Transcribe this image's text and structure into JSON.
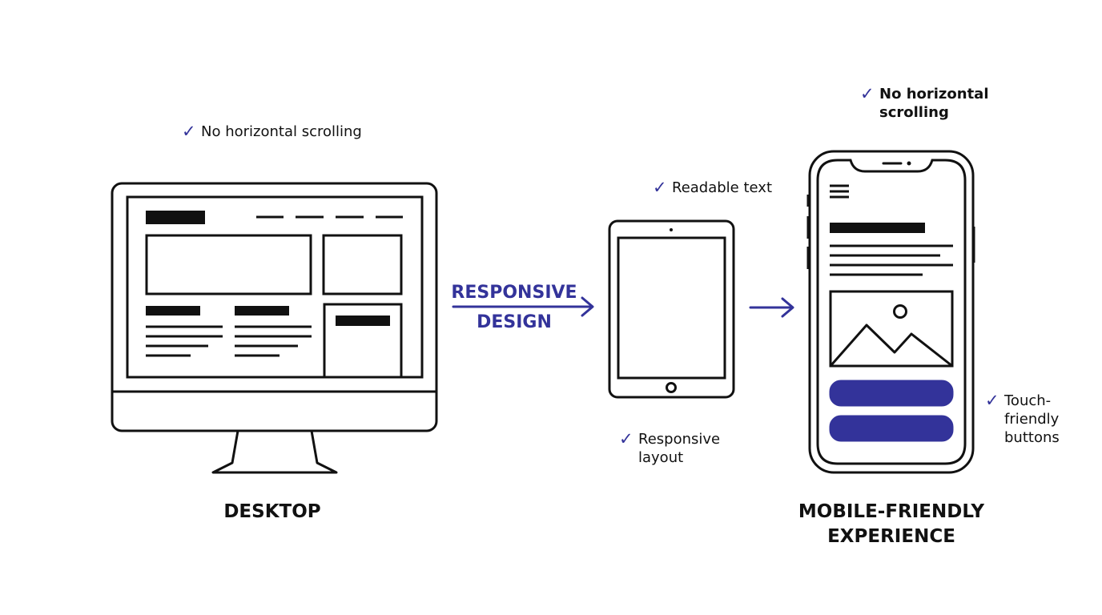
{
  "accent_color": "#33339a",
  "ink_color": "#111111",
  "desktop": {
    "caption": "DESKTOP",
    "note": "No horizontal scrolling"
  },
  "transition": {
    "label_line1": "RESPONSIVE",
    "label_line2": "DESIGN"
  },
  "tablet": {
    "note_top": "Readable text",
    "note_bottom_line1": "Responsive",
    "note_bottom_line2": "layout"
  },
  "mobile": {
    "caption_line1": "MOBILE-FRIENDLY",
    "caption_line2": "EXPERIENCE",
    "note_top_line1": "No horizontal",
    "note_top_line2": "scrolling",
    "note_side_line1": "Touch-",
    "note_side_line2": "friendly",
    "note_side_line3": "buttons"
  },
  "icons": {
    "check": "✓",
    "arrow": "arrow-right-icon",
    "image_placeholder": "image-icon",
    "menu": "hamburger-menu-icon"
  }
}
